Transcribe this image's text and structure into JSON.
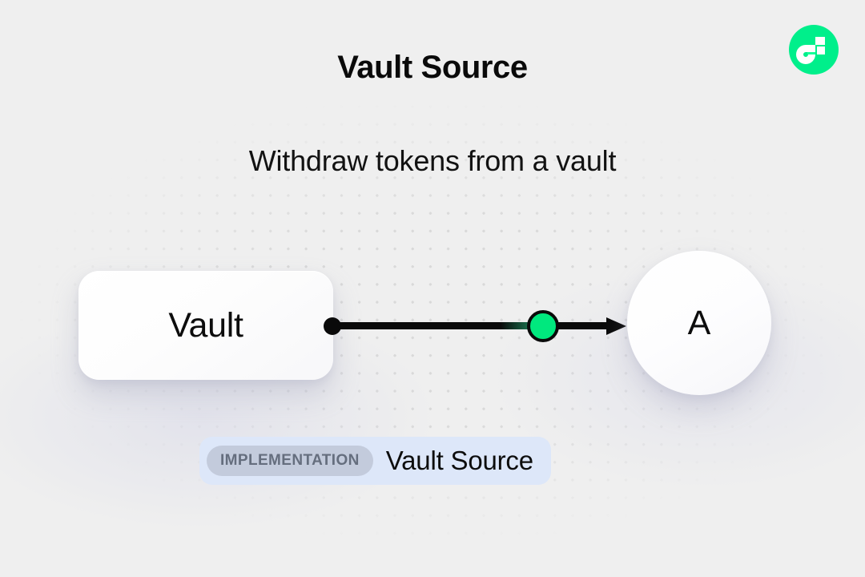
{
  "header": {
    "title": "Vault Source",
    "subtitle": "Withdraw tokens from a vault",
    "logo_icon": "flow-logo-icon",
    "logo_color": "#00ef8b"
  },
  "diagram": {
    "type": "flow-diagram",
    "source_node": {
      "label": "Vault",
      "shape": "rounded-rectangle"
    },
    "target_node": {
      "label": "A",
      "shape": "circle"
    },
    "edge": {
      "source_handle_icon": "edge-source-dot-icon",
      "midpoint_handle_icon": "edge-midpoint-dot-icon",
      "arrow_icon": "edge-arrowhead-icon",
      "line_color": "#0a0a0a",
      "midpoint_color": "#00e87e",
      "direction": "left-to-right"
    }
  },
  "badge": {
    "tag": "IMPLEMENTATION",
    "name": "Vault Source",
    "tag_bg": "#c3cbdc",
    "tag_text_color": "#656e7e",
    "container_bg": "#dde7f9"
  },
  "canvas": {
    "background_color": "#efefef",
    "dot_color": "#d9d9d9"
  }
}
